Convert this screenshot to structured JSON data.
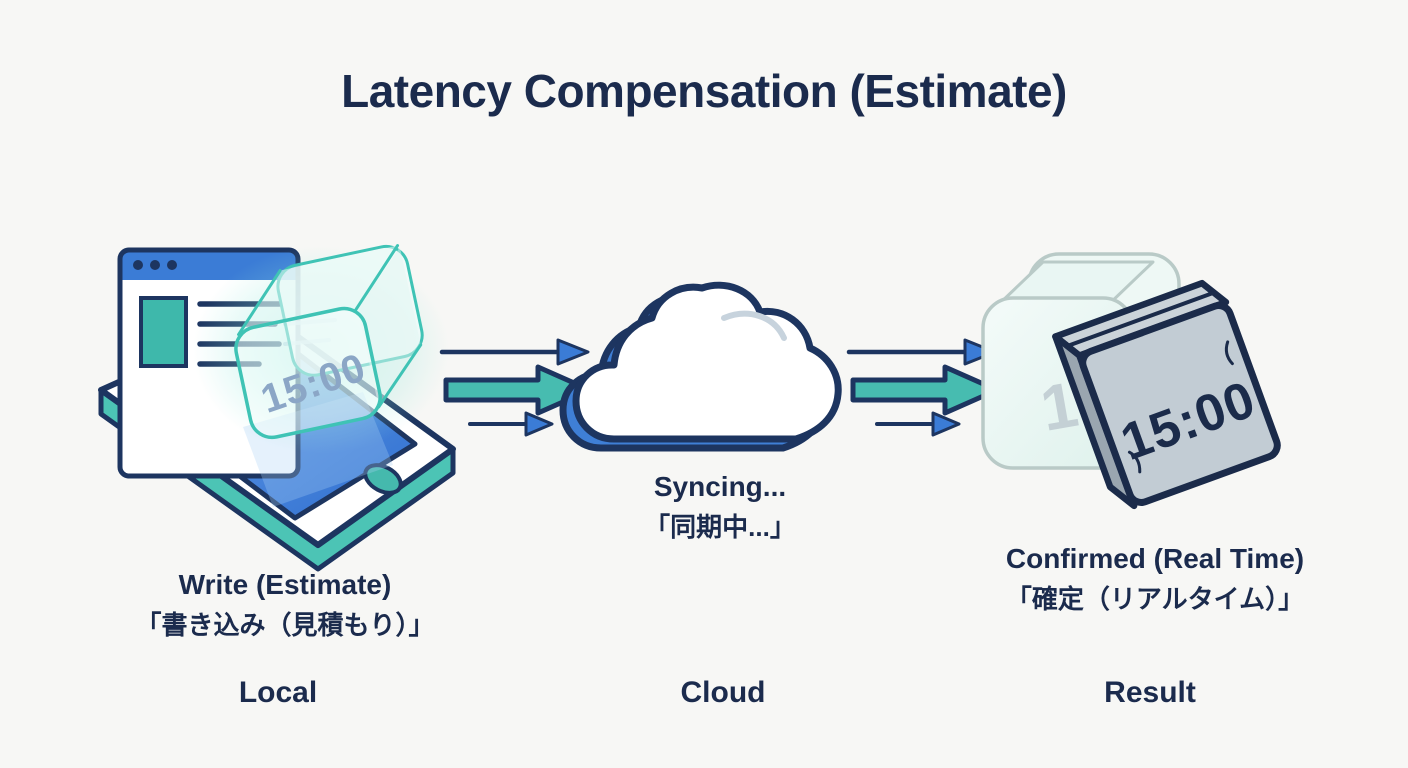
{
  "title": "Latency Compensation (Estimate)",
  "stages": {
    "local": {
      "label": "Local",
      "caption_en": "Write (Estimate)",
      "caption_jp": "「書き込み（見積もり）」",
      "clock_time": "15:00"
    },
    "cloud": {
      "label": "Cloud",
      "status_en": "Syncing...",
      "status_jp": "「同期中...」"
    },
    "result": {
      "label": "Result",
      "caption_en": "Confirmed (Real Time)",
      "caption_jp": "「確定（リアルタイム）」",
      "confirmed_time": "15:00",
      "ghost_time_partial": "1"
    }
  },
  "colors": {
    "background": "#f7f7f5",
    "ink_navy": "#1b2b4d",
    "outline_navy": "#1d3560",
    "accent_teal": "#47bcb0",
    "accent_blue": "#3b7cd6",
    "glass_teal": "#3fc3b5",
    "pending_time_gray_blue": "#8ba6c6",
    "ghost_mint": "#e9f6f3",
    "stone_gray": "#c2ccd4"
  }
}
